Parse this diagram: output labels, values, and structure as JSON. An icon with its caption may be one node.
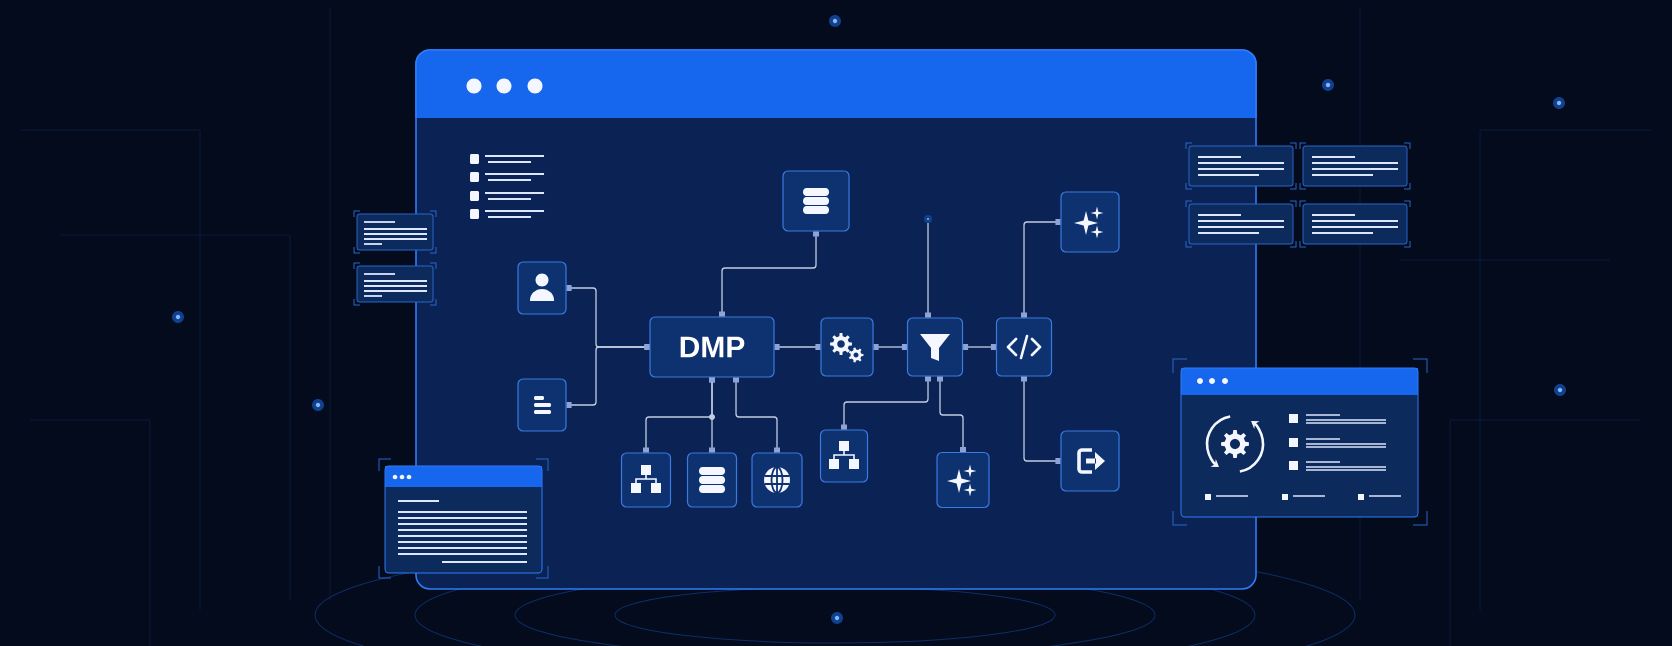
{
  "diagram": {
    "nodes": [
      {
        "text": [
          "DMP"
        ]
      },
      {
        "text": [],
        "shape": "box"
      },
      {
        "text": [],
        "shape": "box"
      },
      {
        "text": [],
        "shape": "box"
      },
      {
        "text": [],
        "shape": "box"
      },
      {
        "text": [],
        "shape": "box"
      },
      {
        "text": [],
        "shape": "box"
      },
      {
        "text": [],
        "shape": "box"
      },
      {
        "text": [],
        "shape": "box"
      },
      {
        "text": [],
        "shape": "box"
      },
      {
        "text": [],
        "shape": "box"
      },
      {
        "text": [],
        "shape": "box"
      },
      {
        "text": [],
        "shape": "box"
      },
      {
        "text": [],
        "shape": "box"
      },
      {
        "text": [],
        "shape": "circle"
      }
    ],
    "edges": [
      {
        "from": 1,
        "to": 0,
        "arrow": "other"
      },
      {
        "from": 2,
        "to": 0,
        "arrow": "other"
      },
      {
        "from": 3,
        "to": 0,
        "arrow": "other"
      },
      {
        "from": 0,
        "to": 4,
        "arrow": "other"
      },
      {
        "from": 4,
        "to": 5,
        "arrow": "other"
      },
      {
        "from": 5,
        "to": 6,
        "arrow": "other"
      },
      {
        "from": 0,
        "to": 9,
        "arrow": "other"
      },
      {
        "from": 0,
        "to": 10,
        "arrow": "other"
      },
      {
        "from": 0,
        "to": 11,
        "arrow": "other"
      },
      {
        "from": 5,
        "to": 14,
        "arrow": "other"
      },
      {
        "from": 5,
        "to": 12,
        "arrow": "other"
      },
      {
        "from": 5,
        "to": 13,
        "arrow": "other"
      },
      {
        "from": 6,
        "to": 7,
        "arrow": "other"
      },
      {
        "from": 6,
        "to": 8,
        "arrow": "other"
      }
    ]
  }
}
